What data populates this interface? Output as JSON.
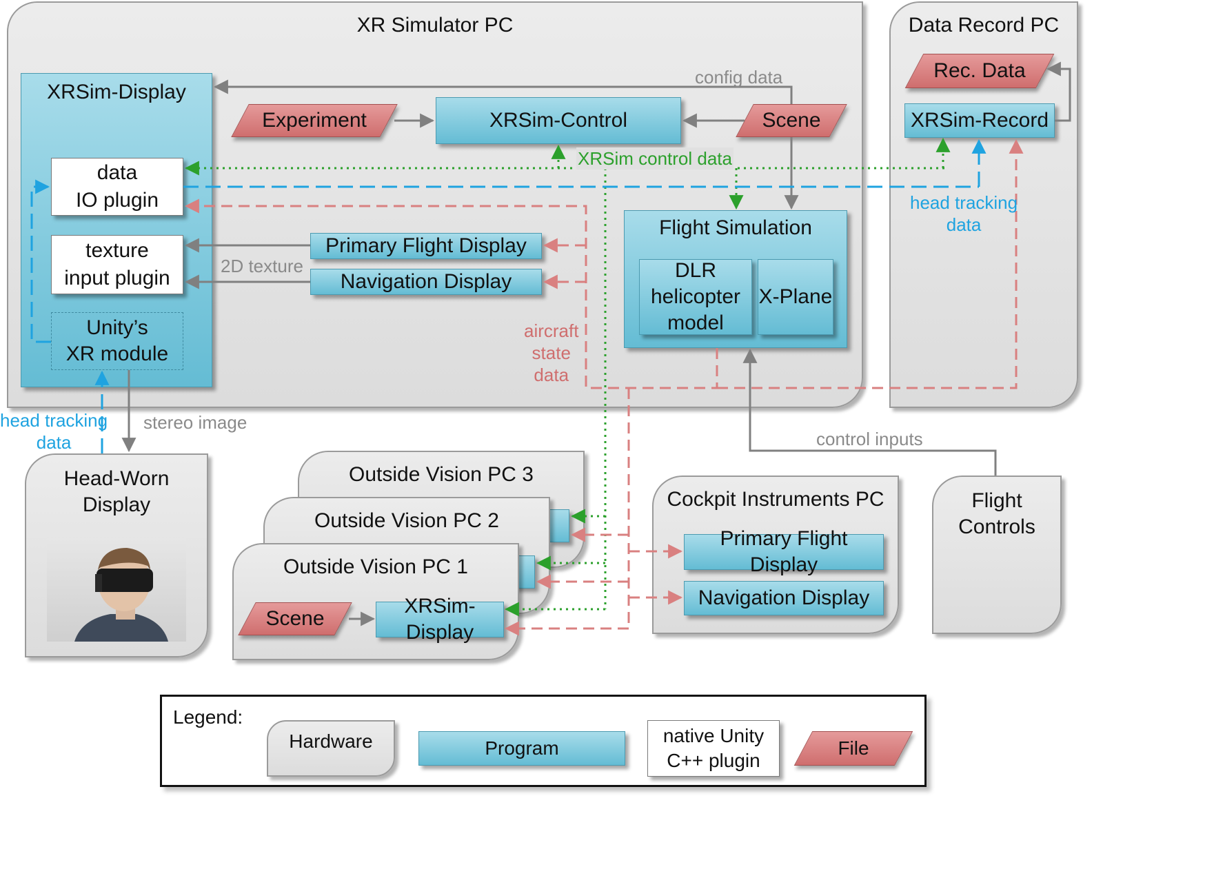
{
  "hardware": {
    "xr_pc": "XR Simulator PC",
    "record_pc": "Data Record PC",
    "hwd": "Head-Worn\nDisplay",
    "ov3": "Outside Vision PC 3",
    "ov2": "Outside Vision PC 2",
    "ov1": "Outside Vision PC 1",
    "cockpit": "Cockpit Instruments PC",
    "flight_controls": "Flight\nControls"
  },
  "programs": {
    "xrsim_display": "XRSim-Display",
    "xrsim_control": "XRSim-Control",
    "xrsim_record": "XRSim-Record",
    "pfd": "Primary Flight Display",
    "nd": "Navigation Display",
    "flight_sim": "Flight Simulation",
    "dlr_model": "DLR\nhelicopter\nmodel",
    "xplane": "X-Plane",
    "ov_display": "XRSim-Display",
    "cockpit_pfd": "Primary Flight Display",
    "cockpit_nd": "Navigation Display"
  },
  "plugins": {
    "data_io": "data\nIO plugin",
    "texture_input": "texture\ninput plugin",
    "unity_xr": "Unity’s\nXR module"
  },
  "files": {
    "experiment": "Experiment",
    "scene": "Scene",
    "rec_data": "Rec. Data",
    "ov_scene": "Scene"
  },
  "labels": {
    "config_data": "config data",
    "control_data": "XRSim control data",
    "head_tracking_right": "head tracking\ndata",
    "head_tracking_left": "head tracking\ndata",
    "texture_2d": "2D texture",
    "aircraft_state": "aircraft\nstate\ndata",
    "stereo_image": "stereo image",
    "control_inputs": "control inputs"
  },
  "legend": {
    "title": "Legend:",
    "hardware": "Hardware",
    "program": "Program",
    "plugin": "native Unity\nC++ plugin",
    "file": "File"
  },
  "colors": {
    "program": "#64bcd4",
    "file": "#cf6e6e",
    "hardware": "#dcdcdc",
    "control_data_line": "#2ca02c",
    "head_tracking_line": "#1fa3e0",
    "aircraft_state_line": "#d98080",
    "gray_line": "#808080"
  },
  "icons": {
    "hwd_photo": "person-wearing-vr-headset-photo"
  }
}
